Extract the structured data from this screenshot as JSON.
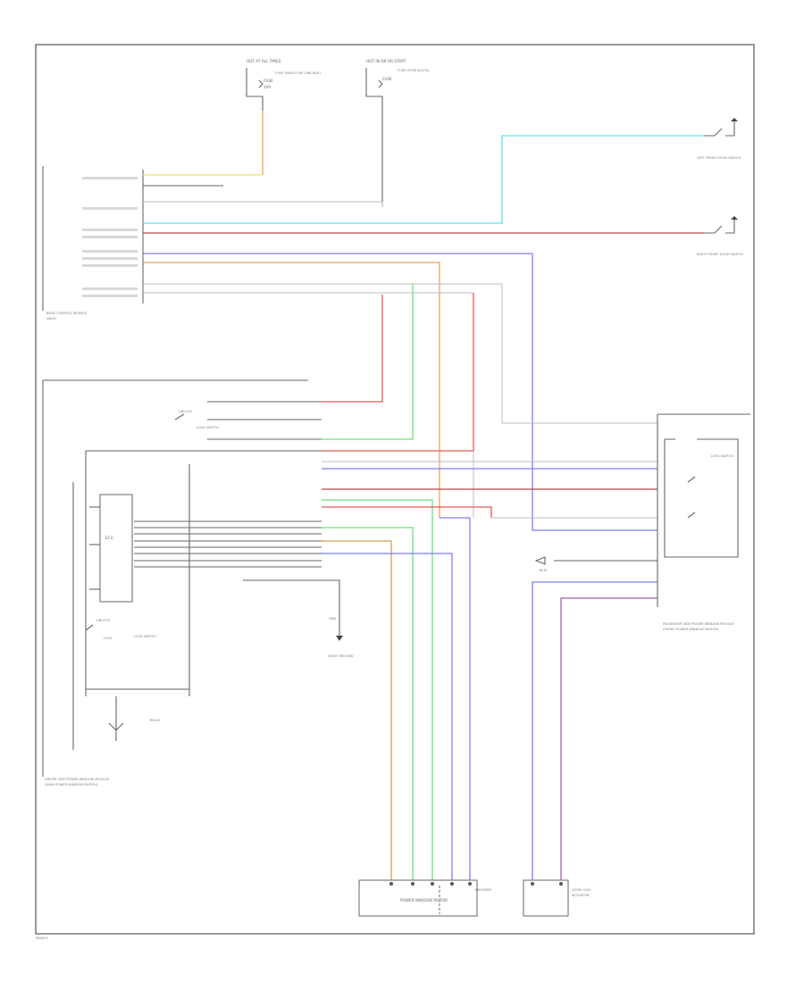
{
  "labels": {
    "fuse_top_left_a": "HOT AT ALL TIMES",
    "fuse_top_left_b": "FUSE",
    "fuse_top_left_c": "10A",
    "fuse_top_left_desc": "FUSE (MAIN FUSE LINK BOX)",
    "fuse_top_mid_a": "HOT IN ON OR START",
    "fuse_top_mid_b": "FUSE",
    "fuse_top_mid_desc": "FUSE (FUSE BLOCK)",
    "left_module_name": "DRIVER SIDE POWER WINDOW MODULE",
    "left_module_sub": "(MAIN POWER WINDOW SWITCH)",
    "right_module_name": "PASSENGER SIDE POWER WINDOW MODULE",
    "right_module_sub": "(FRONT POWER WINDOW SWITCH)",
    "door_switch_left": "LEFT FRONT DOOR SWITCH",
    "door_switch_right": "RIGHT FRONT DOOR SWITCH",
    "motor_left": "POWER WINDOW MOTOR",
    "motor_right_a": "DOOR LOCK",
    "motor_right_b": "ACTUATOR",
    "ground_a": "GND",
    "ground_b": "BODY GROUND",
    "lock_switch_left": "LOCK SWITCH",
    "lock_switch_right": "LOCK SWITCH",
    "lock_label": "LOCK",
    "unlock_label": "UNLOCK",
    "relay_label": "RELAY",
    "encoder_label": "ENCODER",
    "ecu_label": "ECU",
    "bcm_label": "BCM",
    "body_control_a": "BODY CONTROL MODULE",
    "body_control_b": "(BCM)",
    "corner_code": "MWD01"
  },
  "colors": {
    "yellow": "#e8e36a",
    "orange": "#f0a05a",
    "cyan": "#5fe3f0",
    "red": "#e05a5a",
    "dark_red": "#b54848",
    "blue": "#7d7ef0",
    "green": "#6ee07a",
    "violet": "#a060b0",
    "gray": "#666666",
    "light_gray": "#bdbdbd"
  }
}
